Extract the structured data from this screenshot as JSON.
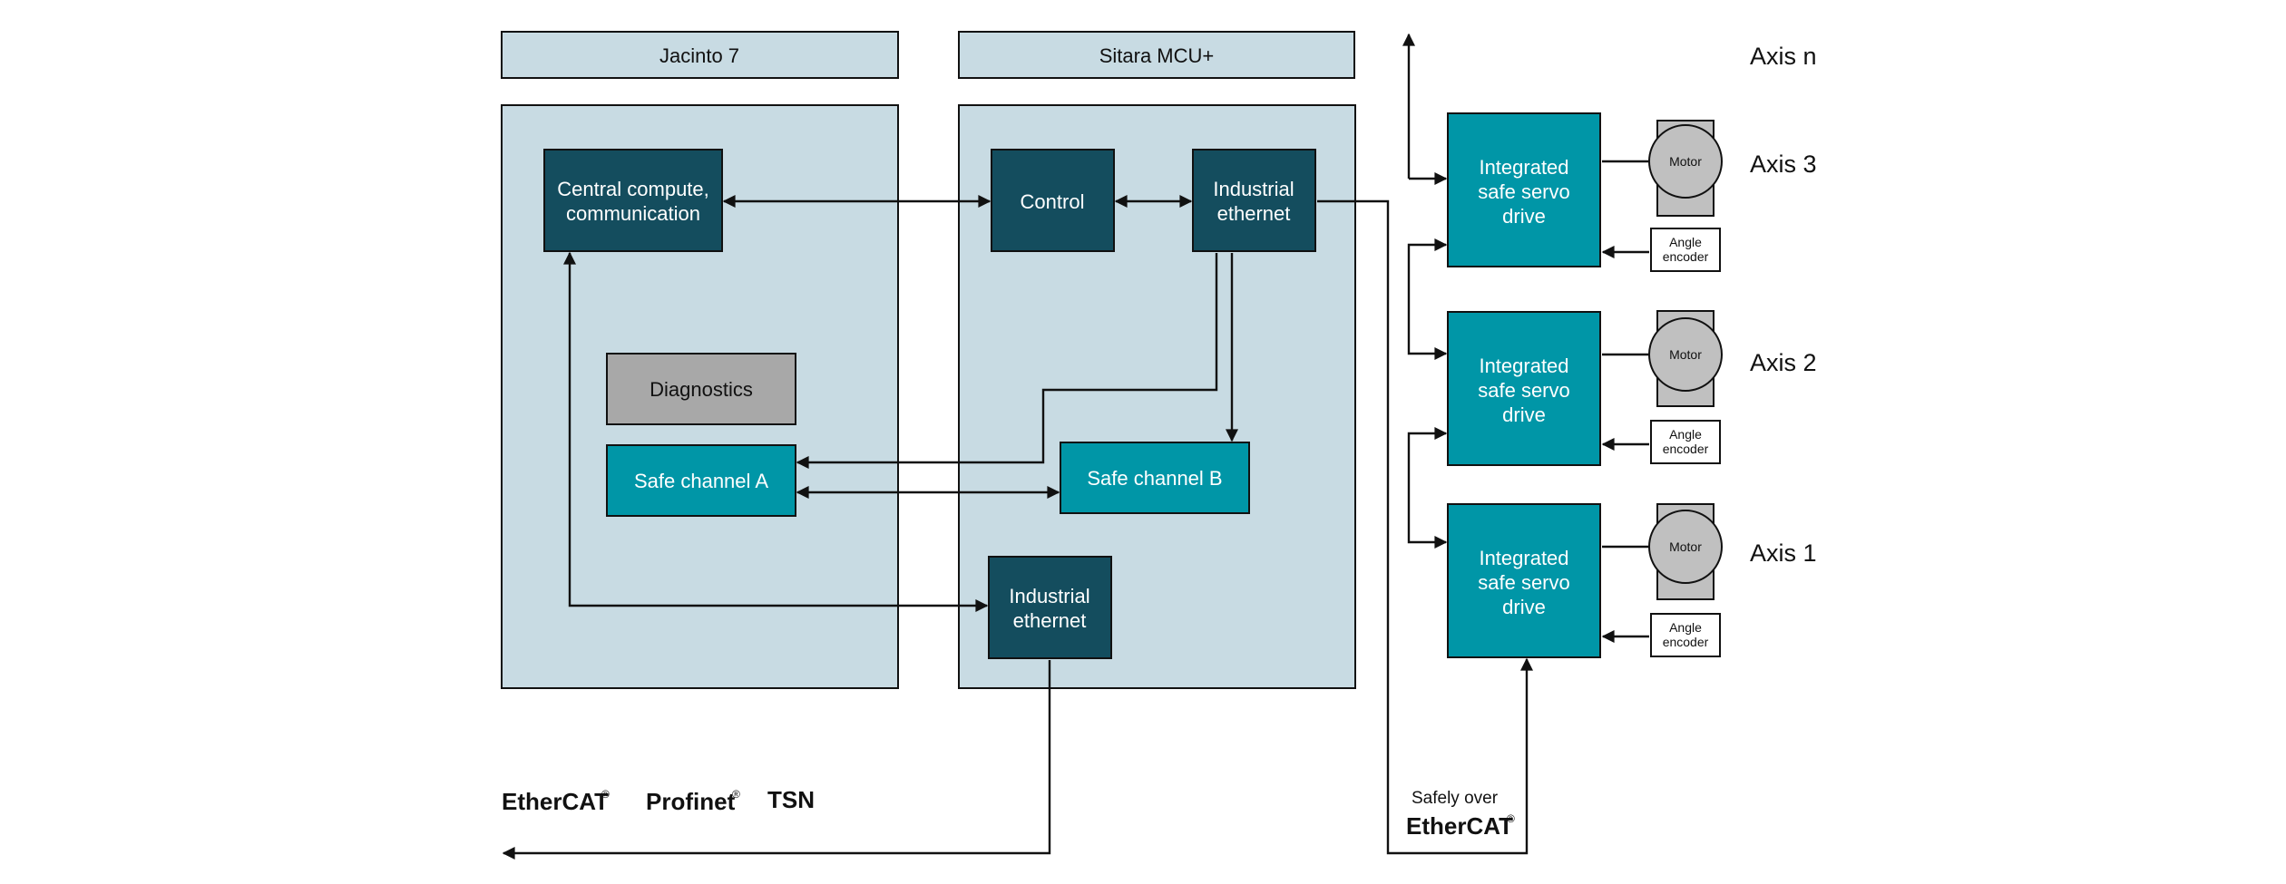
{
  "colors": {
    "panel": "#c8dbe3",
    "dark_block": "#144d5e",
    "teal_block": "#0096a7",
    "gray_block": "#a8a8a8",
    "motor": "#c0c0c0",
    "line": "#111111"
  },
  "jacinto": {
    "title": "Jacinto 7",
    "central": [
      "Central compute,",
      "communication"
    ],
    "diagnostics": "Diagnostics",
    "safe_a": "Safe channel A"
  },
  "sitara": {
    "title": "Sitara MCU+",
    "control": "Control",
    "eth_top": [
      "Industrial",
      "ethernet"
    ],
    "safe_b": "Safe channel B",
    "eth_bottom": [
      "Industrial",
      "ethernet"
    ]
  },
  "drives": [
    {
      "axis": "Axis 3",
      "lines": [
        "Integrated",
        "safe servo",
        "drive"
      ],
      "motor": "Motor",
      "encoder": [
        "Angle",
        "encoder"
      ]
    },
    {
      "axis": "Axis 2",
      "lines": [
        "Integrated",
        "safe servo",
        "drive"
      ],
      "motor": "Motor",
      "encoder": [
        "Angle",
        "encoder"
      ]
    },
    {
      "axis": "Axis 1",
      "lines": [
        "Integrated",
        "safe servo",
        "drive"
      ],
      "motor": "Motor",
      "encoder": [
        "Angle",
        "encoder"
      ]
    }
  ],
  "axis_n": "Axis n",
  "protocols": [
    "EtherCAT",
    "Profinet",
    "TSN"
  ],
  "registered": "®",
  "safely_over": "Safely over",
  "safely_protocol": "EtherCAT"
}
